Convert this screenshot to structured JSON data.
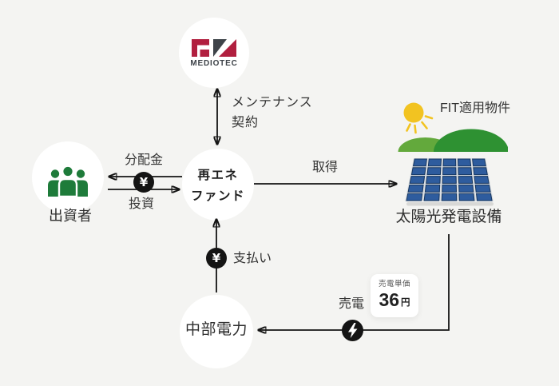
{
  "nodes": {
    "mediotec": {
      "logo_text": "MEDIOTEC"
    },
    "fund": {
      "label_line1": "再エネ",
      "label_line2": "ファンド"
    },
    "investors": {
      "label": "出資者"
    },
    "chubu_electric": {
      "label": "中部電力"
    },
    "solar_plant": {
      "label": "太陽光発電設備",
      "fit_tag": "FIT適用物件"
    }
  },
  "edges": {
    "maintenance_contract": {
      "label_line1": "メンテナンス",
      "label_line2": "契約"
    },
    "distribution": {
      "label": "分配金"
    },
    "investment": {
      "label": "投資"
    },
    "acquisition": {
      "label": "取得"
    },
    "payment": {
      "label": "支払い"
    },
    "electricity_sale": {
      "label": "売電"
    }
  },
  "price_badge": {
    "title": "売電単価",
    "value": "36",
    "unit": "円"
  },
  "symbols": {
    "yen": "¥"
  },
  "colors": {
    "background": "#f4f4f2",
    "logo_red": "#b11f3f",
    "logo_dark": "#3e4349",
    "people_green": "#1e7b3a",
    "sun_yellow": "#f2c321",
    "hill_light": "#63a93c",
    "hill_dark": "#2e9132",
    "panel_blue": "#2e5c9e",
    "arrow_black": "#141414"
  }
}
